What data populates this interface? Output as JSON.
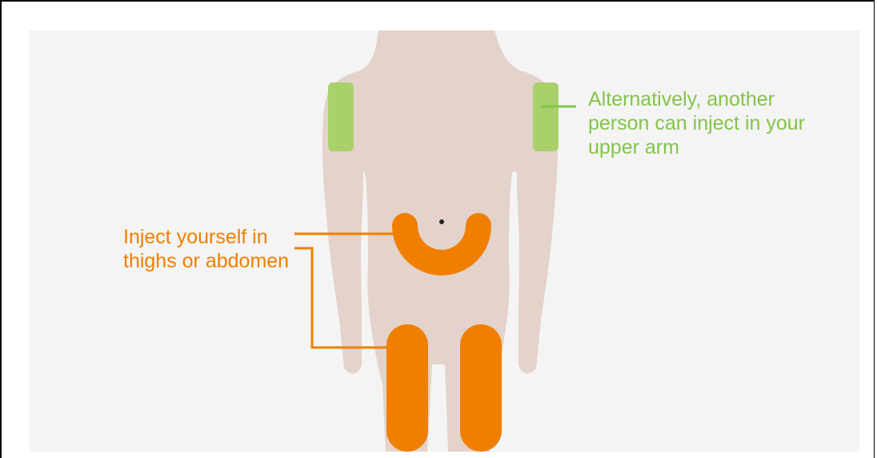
{
  "colors": {
    "panel_background": "#f4f4f4",
    "body_silhouette": "#e3d3ca",
    "thigh_abdomen_zone": "#f07f00",
    "upper_arm_zone": "#a9d16b",
    "upper_arm_text": "#84c44a",
    "navel": "#222222"
  },
  "icons": {
    "body": "human-body-silhouette",
    "navel": "navel-dot"
  },
  "labels": {
    "upper_arm": "Alternatively, another person can inject in your upper arm",
    "thighs_abdomen": "Inject yourself in thighs or abdomen"
  }
}
